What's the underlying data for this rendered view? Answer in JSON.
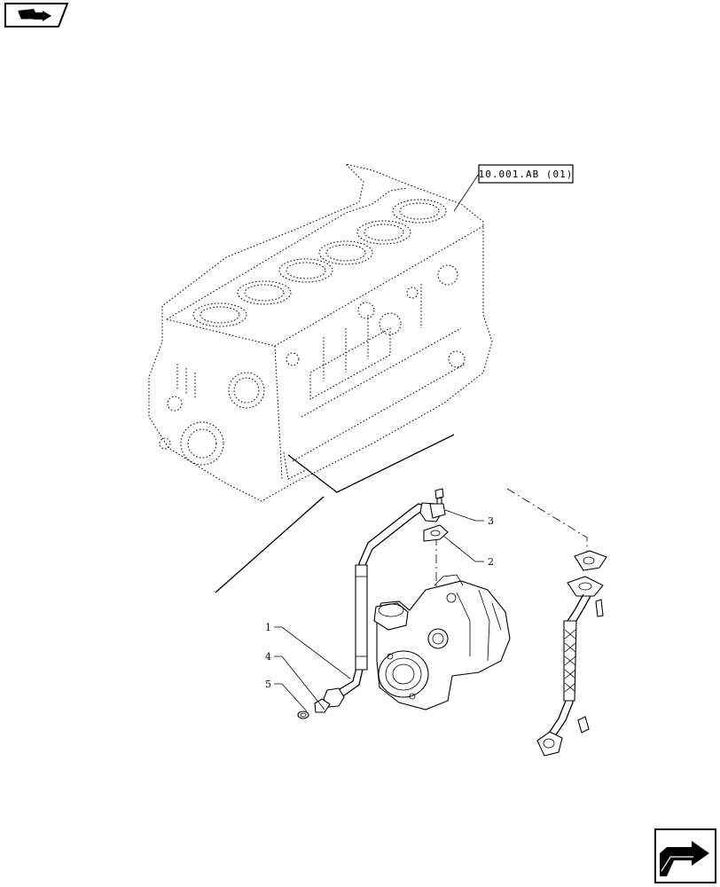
{
  "reference_label": "10.001.AB (01)",
  "callouts": [
    {
      "id": "1",
      "label": "1"
    },
    {
      "id": "2",
      "label": "2"
    },
    {
      "id": "3",
      "label": "3"
    },
    {
      "id": "4",
      "label": "4"
    },
    {
      "id": "5",
      "label": "5"
    }
  ],
  "icons": {
    "top_left": "book-arrow-icon",
    "bottom_right": "next-page-arrow-icon"
  }
}
